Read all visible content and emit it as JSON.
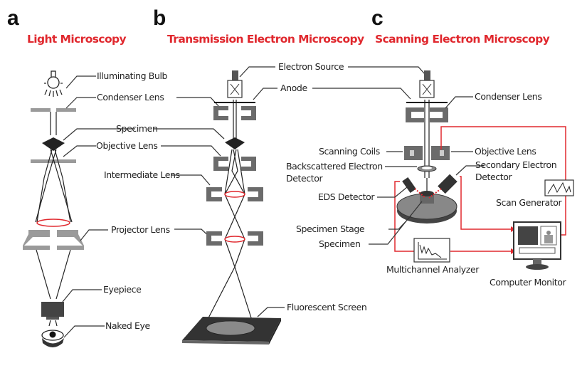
{
  "panels": [
    {
      "letter": "a",
      "title": "Light Microscopy",
      "labels": {
        "illuminating_bulb": "Illuminating Bulb",
        "condenser_lens": "Condenser Lens",
        "specimen": "Specimen",
        "objective_lens": "Objective Lens",
        "projector_lens": "Projector Lens",
        "eyepiece": "Eyepiece",
        "naked_eye": "Naked Eye"
      }
    },
    {
      "letter": "b",
      "title": "Transmission Electron Microscopy",
      "labels": {
        "electron_source": "Electron Source",
        "anode": "Anode",
        "intermediate_lens": "Intermediate Lens",
        "fluorescent_screen": "Fluorescent Screen"
      }
    },
    {
      "letter": "c",
      "title": "Scanning Electron Microscopy",
      "labels": {
        "condenser_lens": "Condenser Lens",
        "scanning_coils": "Scanning Coils",
        "objective_lens": "Objective Lens",
        "backscattered_line1": "Backscattered Electron",
        "backscattered_line2": "Detector",
        "secondary_line1": "Secondary Electron",
        "secondary_line2": "Detector",
        "eds_detector": "EDS Detector",
        "scan_generator": "Scan Generator",
        "specimen_stage": "Specimen Stage",
        "specimen": "Specimen",
        "multichannel_analyzer": "Multichannel Analyzer",
        "computer_monitor": "Computer Monitor"
      }
    }
  ],
  "colors": {
    "title_red": "#e0282e",
    "component_gray": "#6b6b6b",
    "lens_ellipse_red": "#e0282e"
  }
}
